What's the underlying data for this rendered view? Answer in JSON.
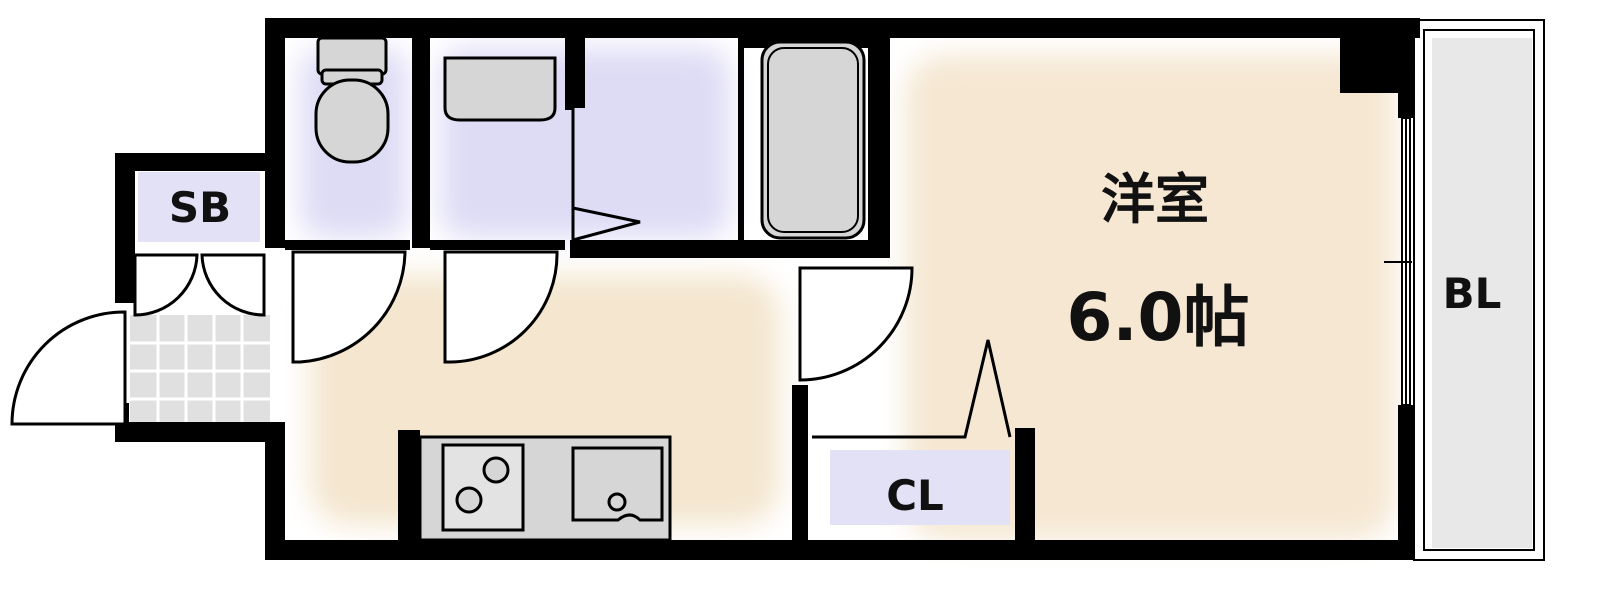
{
  "rooms": {
    "western_room": {
      "name": "洋室",
      "size": "6.0帖"
    },
    "shoe_box": {
      "label": "SB"
    },
    "closet": {
      "label": "CL"
    },
    "balcony": {
      "label": "BL"
    }
  },
  "colors": {
    "wall": "#000000",
    "room_floor": "#f5e7d2",
    "hall_floor": "#f4e6cf",
    "wet_area": "#dedcf5",
    "storage": "#e3e1f6",
    "entrance_tile": "#e6e6e6",
    "fixture": "#d6d6d6",
    "balcony": "#e8e8e8"
  }
}
